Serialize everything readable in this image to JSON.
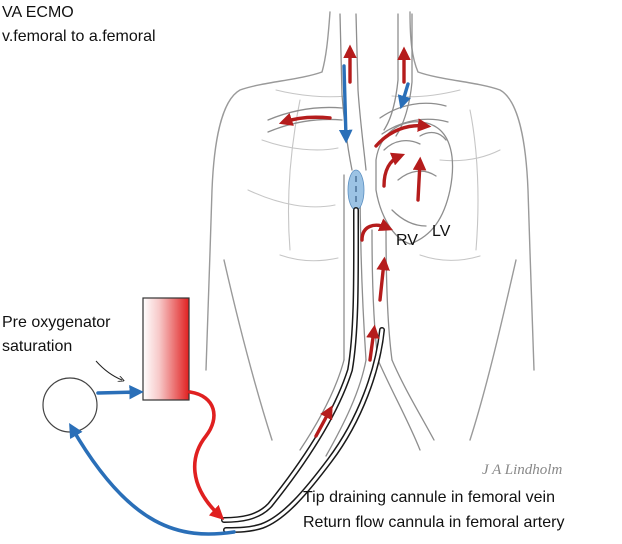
{
  "title": {
    "line1": "VA ECMO",
    "line2": "v.femoral to a.femoral"
  },
  "labels": {
    "pre_ox_line1": "Pre oxygenator",
    "pre_ox_line2": "saturation",
    "rv": "RV",
    "lv": "LV",
    "caption_line1": "Tip draining cannule in femoral vein",
    "caption_line2": "Return flow cannula in femoral artery",
    "signature": "J A Lindholm"
  },
  "colors": {
    "oxygenated": "#b51c1c",
    "deoxygenated": "#2a6fb8",
    "return_tube": "#e02020",
    "oxygenator_gradient_end": "#e02020",
    "anatomy": "#9a9a9a"
  },
  "icons": {
    "pump": "circle-pump-icon",
    "oxygenator": "gradient-oxygenator-box-icon",
    "drainage_tip": "cannula-tip-icon"
  }
}
